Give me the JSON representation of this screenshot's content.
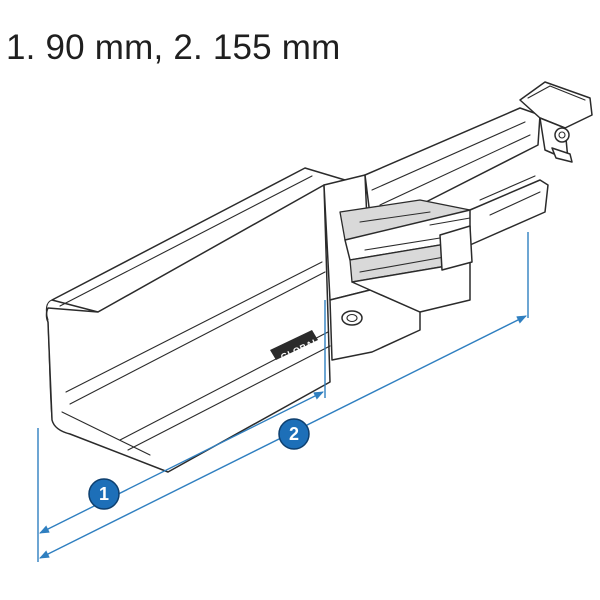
{
  "caption": "1. 90 mm, 2. 155 mm",
  "dimensions": [
    {
      "marker": "1",
      "length_mm": 90
    },
    {
      "marker": "2",
      "length_mm": 155
    }
  ],
  "product_logo": "GLOBAL",
  "colors": {
    "dimension_line": "#2f7fc0",
    "marker_fill": "#1d6fb8",
    "outline": "#2b2b2b"
  }
}
